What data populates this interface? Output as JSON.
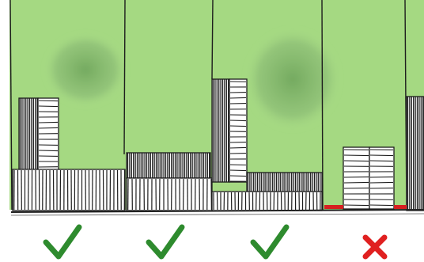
{
  "sketch": {
    "colors": {
      "lawn": "#a9dc86",
      "lawn_dark": "#8fcf6d",
      "tree_canopy": "#7fb06a",
      "ink": "#1d1d1d",
      "street_line": "#222222",
      "violation_red": "#d62020",
      "check_green": "#2e8b2e",
      "cross_red": "#e02020",
      "background": "#ffffff"
    },
    "lots": [
      {
        "status": "acceptable",
        "mark": "check-icon"
      },
      {
        "status": "acceptable",
        "mark": "check-icon"
      },
      {
        "status": "acceptable",
        "mark": "check-icon"
      },
      {
        "status": "unacceptable",
        "mark": "cross-icon"
      }
    ]
  }
}
